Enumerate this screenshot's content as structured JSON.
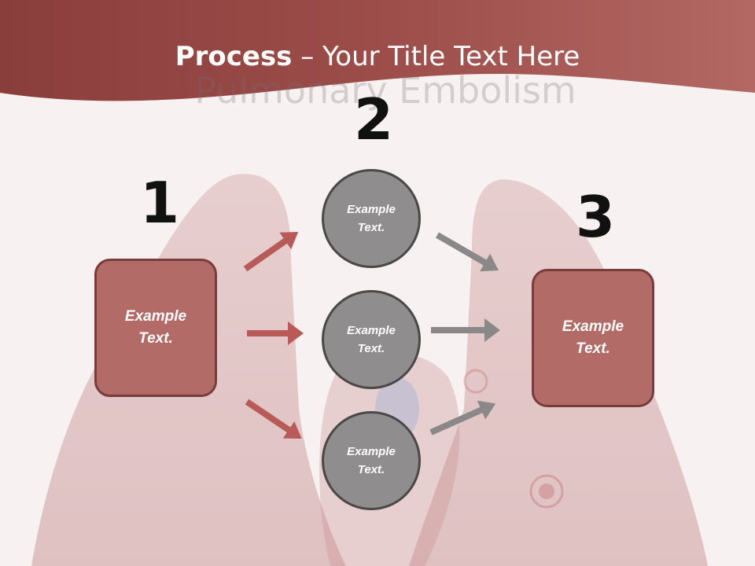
{
  "title": {
    "bold": "Process",
    "rest": " – Your Title Text Here"
  },
  "background_text": "Pulmonary Embolism",
  "steps": [
    {
      "number": "1",
      "label": "Example\nText."
    },
    {
      "number": "2",
      "label": ""
    },
    {
      "number": "3",
      "label": "Example\nText."
    }
  ],
  "circles": [
    {
      "label": "Example\nText."
    },
    {
      "label": "Example\nText."
    },
    {
      "label": "Example\nText."
    }
  ],
  "colors": {
    "header": "#a75a57",
    "box_fill": "#b36b67",
    "circle_fill": "#8f8d8d",
    "arrow_red": "#b85a57",
    "arrow_gray": "#8a8888"
  }
}
